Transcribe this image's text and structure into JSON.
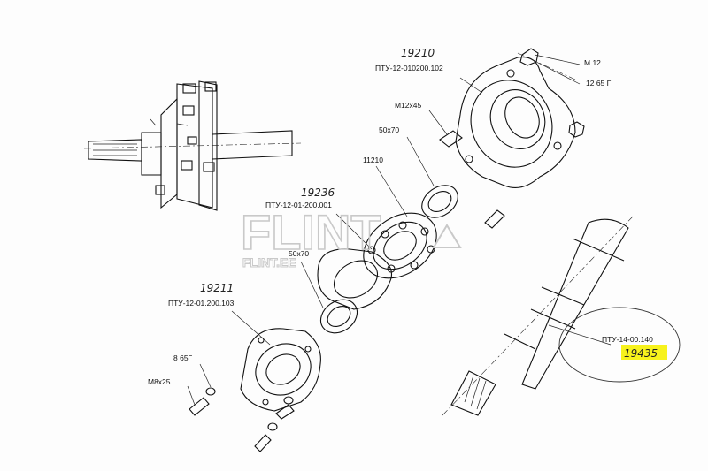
{
  "watermark": {
    "main": "FLINT",
    "sub": "FLINT.EE"
  },
  "handwritten": {
    "assembly_top": "19210",
    "bearing_unit": "19236",
    "flange_left": "19211",
    "shaft": "19435"
  },
  "labels": {
    "m12": "М 12",
    "washer_12": "12 65 Г",
    "part_010200": "ПТУ-12-010200.102",
    "m12x45": "М12х45",
    "seal_top": "50х70",
    "bearing": "11210",
    "part_01_200_001": "ПТУ-12-01-200.001",
    "seal_bottom": "50х70",
    "part_01_200_103": "ПТУ-12-01.200.103",
    "washer_8": "8 65Г",
    "m8x25": "М8х25",
    "part_14_00_140": "ПТУ-14-00.140"
  },
  "colors": {
    "highlight": "#f7f21c",
    "ink": "#111111",
    "watermark": "#c9c9c9"
  }
}
